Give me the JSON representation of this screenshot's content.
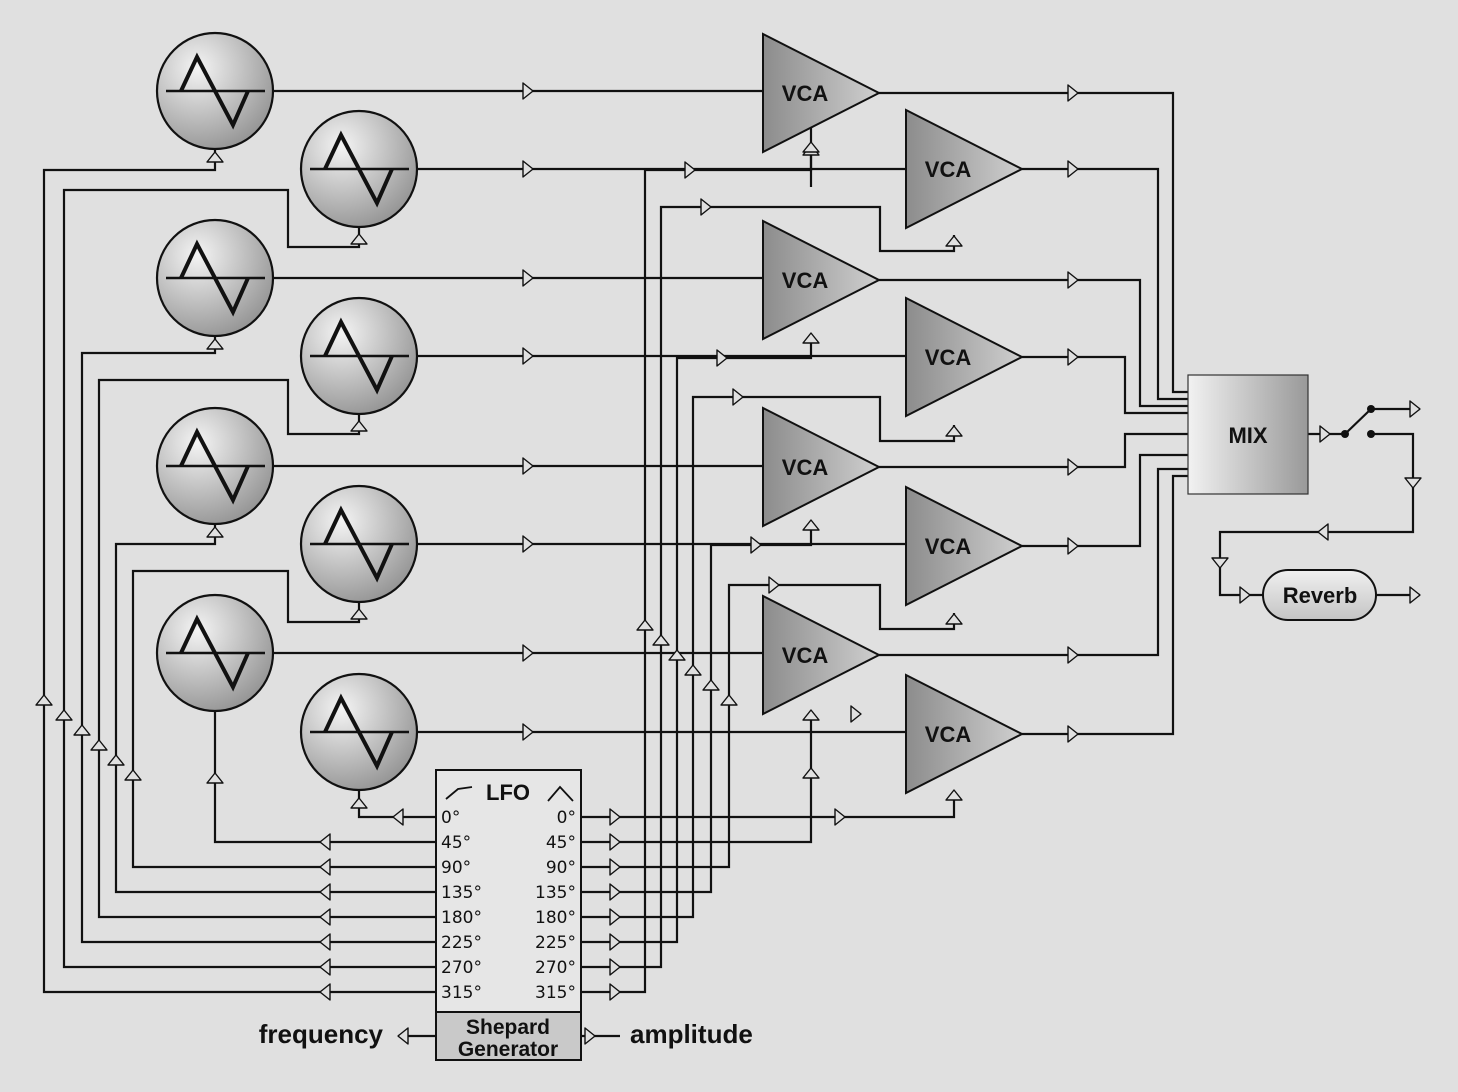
{
  "diagram": {
    "vca_label": "VCA",
    "mix_label": "MIX",
    "reverb_label": "Reverb",
    "lfo_title": "LFO",
    "lfo_phases_left": [
      "0°",
      "45°",
      "90°",
      "135°",
      "180°",
      "225°",
      "270°",
      "315°"
    ],
    "lfo_phases_right": [
      "0°",
      "45°",
      "90°",
      "135°",
      "180°",
      "225°",
      "270°",
      "315°"
    ],
    "generator_line1": "Shepard",
    "generator_line2": "Generator",
    "frequency_label": "frequency",
    "amplitude_label": "amplitude"
  },
  "colors": {
    "background": "#e0e0e0",
    "wire": "#111111",
    "block_light": "#e8e8e8",
    "block_dark": "#8a8a8a"
  }
}
